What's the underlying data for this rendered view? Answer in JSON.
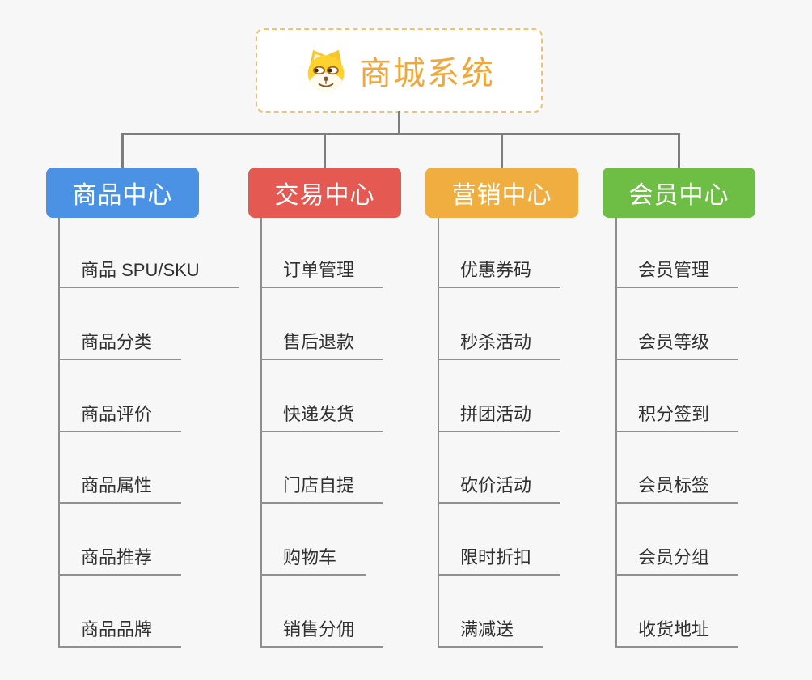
{
  "root": {
    "title": "商城系统",
    "icon": "doge-icon"
  },
  "branches": [
    {
      "label": "商品中心",
      "color": "#4b92e5",
      "items": [
        "商品 SPU/SKU",
        "商品分类",
        "商品评价",
        "商品属性",
        "商品推荐",
        "商品品牌"
      ]
    },
    {
      "label": "交易中心",
      "color": "#e45951",
      "items": [
        "订单管理",
        "售后退款",
        "快递发货",
        "门店自提",
        "购物车",
        "销售分佣"
      ]
    },
    {
      "label": "营销中心",
      "color": "#efae3f",
      "items": [
        "优惠券码",
        "秒杀活动",
        "拼团活动",
        "砍价活动",
        "限时折扣",
        "满减送"
      ]
    },
    {
      "label": "会员中心",
      "color": "#6ebe45",
      "items": [
        "会员管理",
        "会员等级",
        "积分签到",
        "会员标签",
        "会员分组",
        "收货地址"
      ]
    }
  ],
  "colors": {
    "background": "#f7f7f7",
    "connector": "#7d7d7d",
    "trunk": "#8d8d8d",
    "underline": "#909090",
    "item_text": "#303030",
    "root_text": "#f0a73c",
    "root_border": "#f3c06f"
  }
}
